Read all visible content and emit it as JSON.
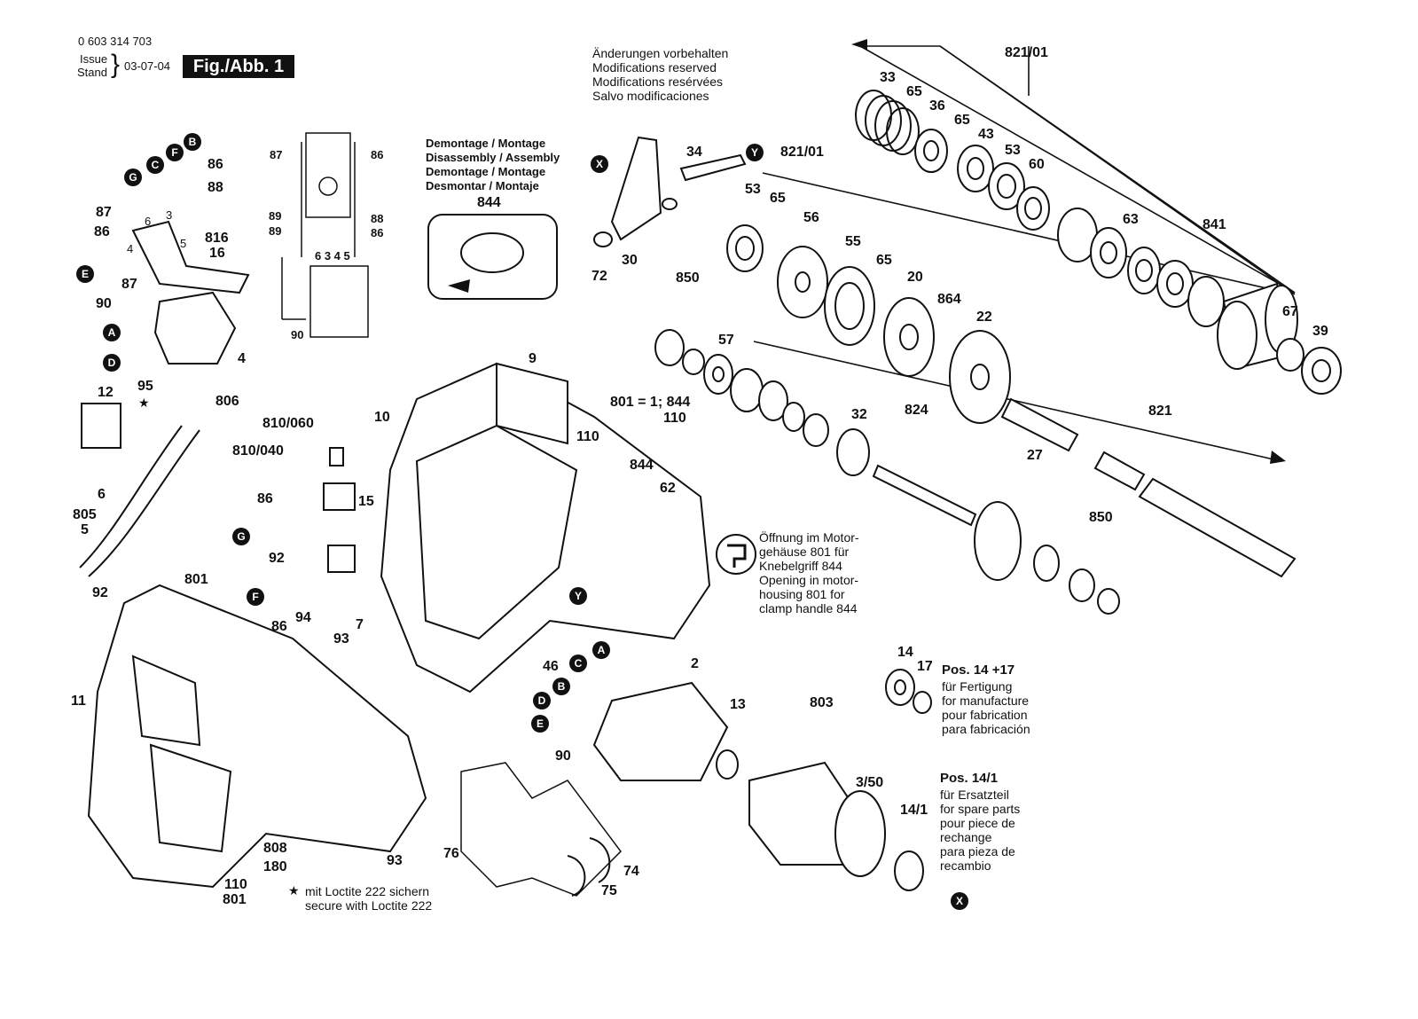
{
  "header": {
    "part_number": "0 603 314 703",
    "issue_label": "Issue",
    "stand_label": "Stand",
    "issue_date": "03-07-04",
    "figure_title": "Fig./Abb. 1"
  },
  "modifications": [
    "Änderungen vorbehalten",
    "Modifications reserved",
    "Modifications resérvées",
    "Salvo modificaciones"
  ],
  "disassembly": {
    "lines": [
      "Demontage / Montage",
      "Disassembly / Assembly",
      "Demontage / Montage",
      "Desmontar / Montaje"
    ],
    "part": "844"
  },
  "opening_note": [
    "Öffnung im Motor-",
    "gehäuse 801 für",
    "Knebelgriff 844",
    "Opening in motor-",
    "housing 801 for",
    "clamp handle 844"
  ],
  "pos_14_17": {
    "title": "Pos. 14 +17",
    "lines": [
      "für Fertigung",
      "for manufacture",
      "pour fabrication",
      "para fabricación"
    ]
  },
  "pos_14_1": {
    "title": "Pos. 14/1",
    "lines": [
      "für Ersatzteil",
      "for spare parts",
      "pour piece de",
      "rechange",
      "para pieza de",
      "recambio"
    ]
  },
  "loctite": [
    "mit Loctite 222 sichern",
    "secure with Loctite 222"
  ],
  "markers": {
    "A": "A",
    "B": "B",
    "C": "C",
    "D": "D",
    "E": "E",
    "F": "F",
    "G": "G",
    "X": "X",
    "Y": "Y"
  },
  "labels": {
    "l33": "33",
    "l65a": "65",
    "l36": "36",
    "l65b": "65",
    "l43": "43",
    "l53a": "53",
    "l60": "60",
    "l821_01a": "821/01",
    "l821_01b": "821/01",
    "l53b": "53",
    "l65c": "65",
    "l56": "56",
    "l55": "55",
    "l65d": "65",
    "l20": "20",
    "l864": "864",
    "l22": "22",
    "l63": "63",
    "l841": "841",
    "l67": "67",
    "l39": "39",
    "l34": "34",
    "l30": "30",
    "l72": "72",
    "l850a": "850",
    "l57": "57",
    "l32": "32",
    "l824": "824",
    "l821": "821",
    "l27": "27",
    "l850b": "850",
    "l9": "9",
    "l801_1": "801 = 1; 844",
    "l110a": "110",
    "l110b": "110",
    "l844": "844",
    "l62": "62",
    "l86a": "86",
    "l88a": "88",
    "l87a": "87",
    "l86b": "86",
    "l816": "816",
    "l16": "16",
    "l87b": "87",
    "l90a": "90",
    "l4": "4",
    "l95": "95",
    "l12": "12",
    "l806": "806",
    "l6": "6",
    "l805": "805",
    "l5": "5",
    "l810_060": "810/060",
    "l810_040": "810/040",
    "l10": "10",
    "l86c": "86",
    "l15": "15",
    "l92a": "92",
    "l86d": "86",
    "l94": "94",
    "l93a": "93",
    "l7": "7",
    "l92b": "92",
    "l801a": "801",
    "l11": "11",
    "l808": "808",
    "l180": "180",
    "l110c": "110",
    "l801b": "801",
    "l93b": "93",
    "l46": "46",
    "l2": "2",
    "l90b": "90",
    "l13": "13",
    "l803": "803",
    "l3_50": "3/50",
    "l14_1": "14/1",
    "l14": "14",
    "l17": "17",
    "l76": "76",
    "l74": "74",
    "l75": "75",
    "w87": "87",
    "w86": "86",
    "w89a": "89",
    "w88": "88",
    "w89b": "89",
    "w86b": "86",
    "w90": "90",
    "w6345": "6 3 4 5",
    "s6": "6",
    "s3": "3",
    "s4": "4",
    "s5": "5"
  }
}
